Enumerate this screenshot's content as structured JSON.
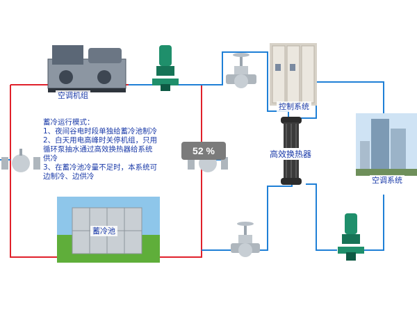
{
  "labels": {
    "chiller": "空调机组",
    "control": "控制系统",
    "tank": "蓄冷池",
    "building": "空调系统",
    "heat_exchanger": "高效换热器"
  },
  "mode_title": "蓄冷运行模式：",
  "mode_lines": [
    "1、夜间谷电时段单独给蓄冷池制冷",
    "2、白天用电高峰时关停机组，只用",
    "循环泵抽水通过高效换热器给系统",
    "供冷",
    "3、在蓄冷池冷量不足时，本系统可",
    "边制冷、边供冷"
  ],
  "progress_badge": "52 %",
  "colors": {
    "hot_pipe": "#e0202a",
    "cold_pipe": "#1e7fd6",
    "label_text": "#1a3aa8",
    "badge_bg": "#7b7b7b"
  },
  "icons": [
    "chiller-icon",
    "pump-icon",
    "valve-icon",
    "control-cabinet-icon",
    "heat-exchanger-icon",
    "tank-icon",
    "building-icon"
  ]
}
